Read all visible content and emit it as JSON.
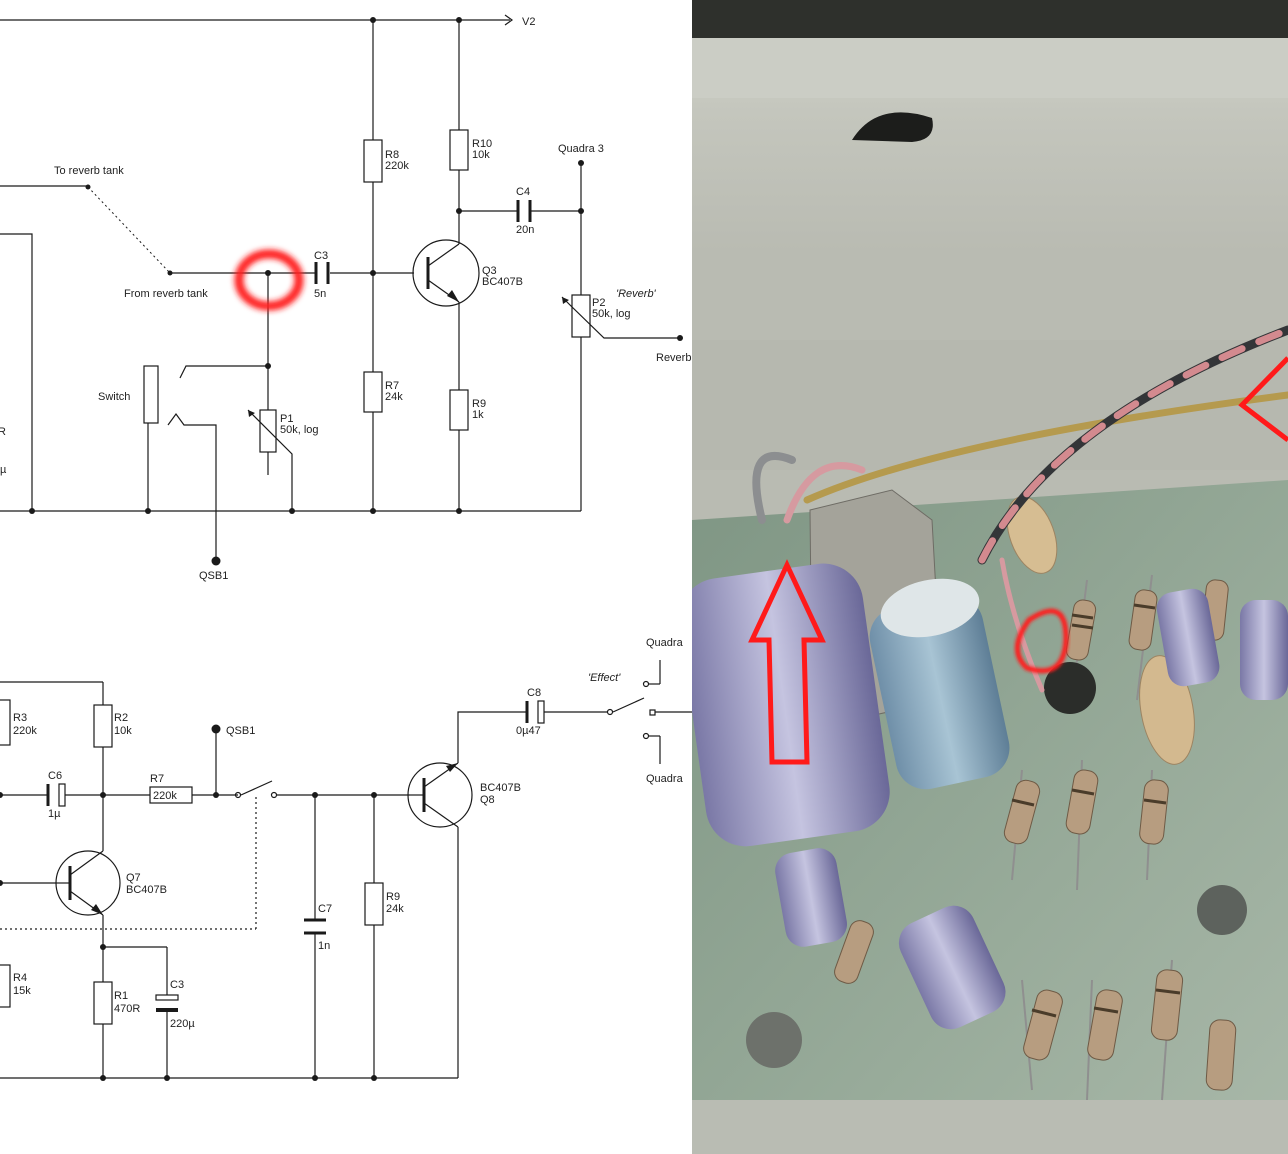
{
  "top": {
    "supply": "V2",
    "to_tank": "To reverb tank",
    "from_tank": "From reverb tank",
    "switch": "Switch",
    "qsb": "QSB1",
    "quadra": "Quadra 3",
    "reverb_label": "'Reverb'",
    "reverb_out": "Reverb",
    "cut_R": "R",
    "cut_mu": "µ",
    "R8": {
      "ref": "R8",
      "val": "220k"
    },
    "R7": {
      "ref": "R7",
      "val": "24k"
    },
    "R10": {
      "ref": "R10",
      "val": "10k"
    },
    "R9": {
      "ref": "R9",
      "val": "1k"
    },
    "C3": {
      "ref": "C3",
      "val": "5n"
    },
    "C4": {
      "ref": "C4",
      "val": "20n"
    },
    "Q3": {
      "ref": "Q3",
      "val": "BC407B"
    },
    "P1": {
      "ref": "P1",
      "val": "50k, log"
    },
    "P2": {
      "ref": "P2",
      "val": "50k, log"
    }
  },
  "bottom": {
    "qsb": "QSB1",
    "effect_label": "'Effect'",
    "quadra_top": "Quadra",
    "quadra_bottom": "Quadra",
    "R3": {
      "ref": "R3",
      "val": "220k"
    },
    "R2": {
      "ref": "R2",
      "val": "10k"
    },
    "R4": {
      "ref": "R4",
      "val": "15k"
    },
    "R1": {
      "ref": "R1",
      "val": "470R"
    },
    "R7": {
      "ref": "R7",
      "val": "220k"
    },
    "R9": {
      "ref": "R9",
      "val": "24k"
    },
    "C6": {
      "ref": "C6",
      "val": "1µ"
    },
    "C7": {
      "ref": "C7",
      "val": "1n"
    },
    "C3": {
      "ref": "C3",
      "val": "220µ"
    },
    "C8": {
      "ref": "C8",
      "val": "0µ47"
    },
    "Q7": {
      "ref": "Q7",
      "val": "BC407B"
    },
    "Q8": {
      "ref": "Q8",
      "val": "BC407B",
      "ref2": "Q8"
    }
  },
  "colors": {
    "wire": "#1a1a1a",
    "marker": "#ff1a1a",
    "board": "#8aa08d",
    "chassis": "#c9cbc4"
  }
}
